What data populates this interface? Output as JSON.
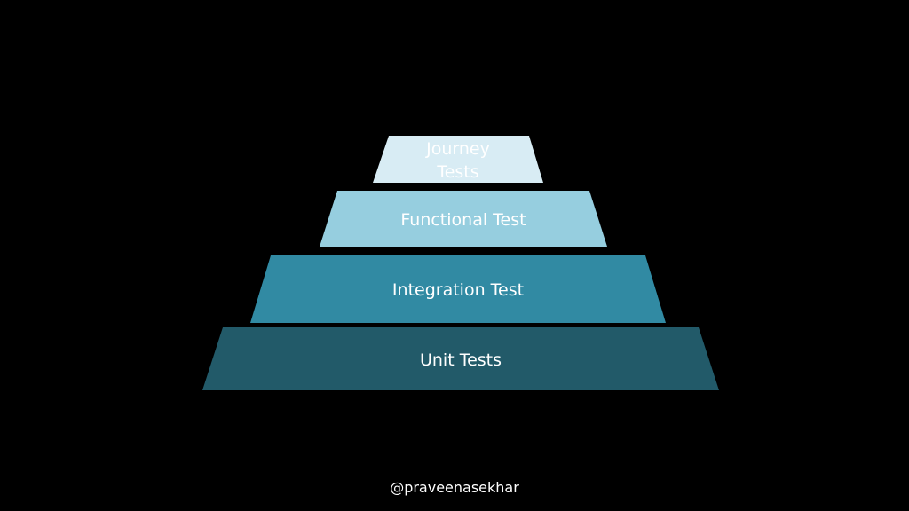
{
  "slide": {
    "background": "#000000",
    "footer": "@praveenasekhar"
  },
  "pyramid": {
    "tiers": [
      {
        "lines": [
          "Journey",
          "Tests"
        ],
        "color": "#d8ecf4"
      },
      {
        "lines": [
          "Functional Test"
        ],
        "color": "#96cedf"
      },
      {
        "lines": [
          "Integration Test"
        ],
        "color": "#318aa3"
      },
      {
        "lines": [
          "Unit Tests"
        ],
        "color": "#225a69"
      }
    ]
  }
}
